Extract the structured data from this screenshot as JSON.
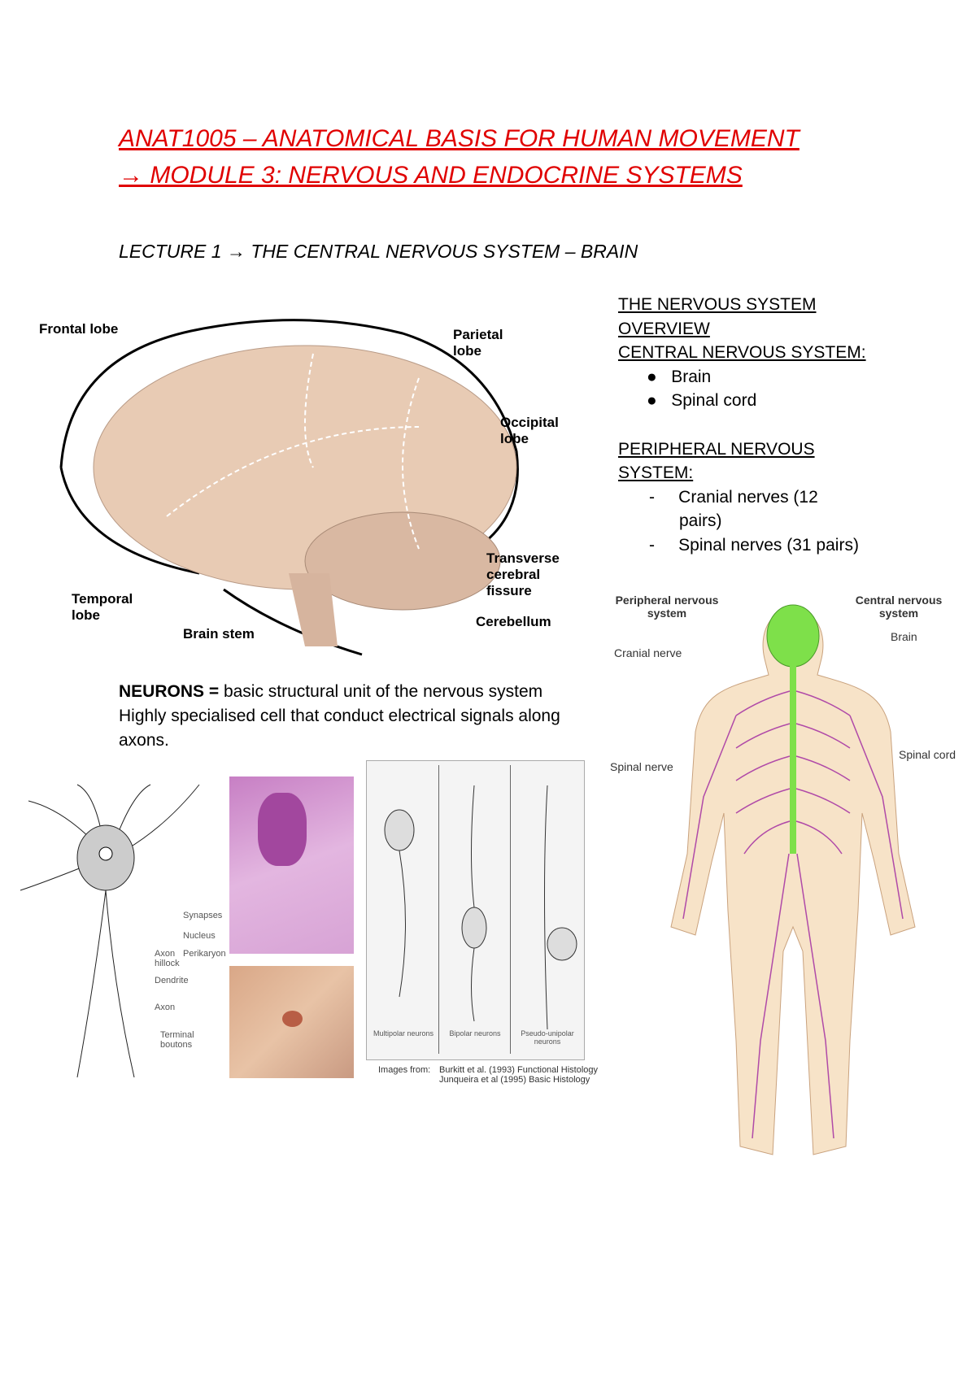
{
  "header": {
    "title_line1": "ANAT1005 – ANATOMICAL BASIS FOR HUMAN MOVEMENT ",
    "title_line2": "→ MODULE 3: NERVOUS AND ENDOCRINE SYSTEMS",
    "lecture": "LECTURE 1 → THE CENTRAL NERVOUS SYSTEM – BRAIN"
  },
  "brain_figure": {
    "labels": {
      "frontal": "Frontal lobe",
      "parietal": "Parietal lobe",
      "occipital": "Occipital lobe",
      "transverse": "Transverse cerebral fissure",
      "temporal": "Temporal lobe",
      "brainstem": "Brain stem",
      "cerebellum": "Cerebellum"
    }
  },
  "overview": {
    "heading1": "THE NERVOUS SYSTEM",
    "heading2": "OVERVIEW",
    "cns_heading": "CENTRAL NERVOUS SYSTEM:",
    "cns_items": [
      "Brain",
      "Spinal cord"
    ],
    "pns_heading1": "PERIPHERAL NERVOUS",
    "pns_heading2": "SYSTEM:",
    "pns_items": [
      "Cranial nerves (12",
      "pairs)",
      "Spinal nerves (31 pairs)"
    ]
  },
  "neurons": {
    "term": "NEURONS =",
    "definition": " basic structural unit of the nervous system",
    "line2": "Highly specialised cell that conduct electrical signals along",
    "line3": "axons."
  },
  "neuron_diagram": {
    "labels": [
      "Synapses",
      "Nucleus",
      "Axon hillock",
      "Perikaryon",
      "Dendrite",
      "Axon",
      "Terminal boutons"
    ]
  },
  "neuron_types": {
    "labels": [
      "Multipolar neurons",
      "Bipolar neurons",
      "Pseudo-unipolar neurons"
    ],
    "credit_label": "Images from:",
    "credit1": "Burkitt et al. (1993) Functional Histology",
    "credit2": "Junqueira et al (1995) Basic Histology"
  },
  "body_figure": {
    "pns": "Peripheral nervous system",
    "cns": "Central nervous system",
    "brain": "Brain",
    "cranial": "Cranial nerve",
    "spinal_cord": "Spinal cord",
    "spinal_nerve": "Spinal nerve"
  },
  "colors": {
    "title": "#e00000",
    "cns_green": "#7ee04a",
    "nerve_purple": "#b04aa8",
    "skin": "#f7e3c8",
    "brain": "#e8cbb4"
  }
}
